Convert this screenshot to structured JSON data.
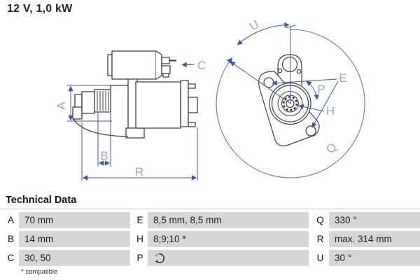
{
  "title": "12 V, 1,0 kW",
  "diagram": {
    "side_view_labels": {
      "A": "A",
      "B": "B",
      "C": "C",
      "R": "R"
    },
    "rear_view_labels": {
      "U": "U",
      "E": "E",
      "P": "P",
      "H": "H",
      "Q": "Q"
    }
  },
  "technical_data": {
    "heading": "Technical Data",
    "rows": [
      [
        {
          "letter": "A",
          "value": "70 mm"
        },
        {
          "letter": "E",
          "value": "8,5 mm, 8,5 mm"
        },
        {
          "letter": "Q",
          "value": "330 °"
        }
      ],
      [
        {
          "letter": "B",
          "value": "14 mm"
        },
        {
          "letter": "H",
          "value": "8;9;10 *"
        },
        {
          "letter": "R",
          "value": "max. 314 mm"
        }
      ],
      [
        {
          "letter": "C",
          "value": "30, 50"
        },
        {
          "letter": "P",
          "value": "",
          "icon": "rotation-direction-icon"
        },
        {
          "letter": "U",
          "value": "30 °"
        }
      ]
    ],
    "footnote": "* compatible"
  },
  "colors": {
    "dimension_line": "#3b58a2",
    "dimension_label": "#9aa7cb",
    "arc_light": "#6079b3",
    "drawing_line": "#3f3f3f",
    "table_cell_bg": "#d6d6d6"
  }
}
